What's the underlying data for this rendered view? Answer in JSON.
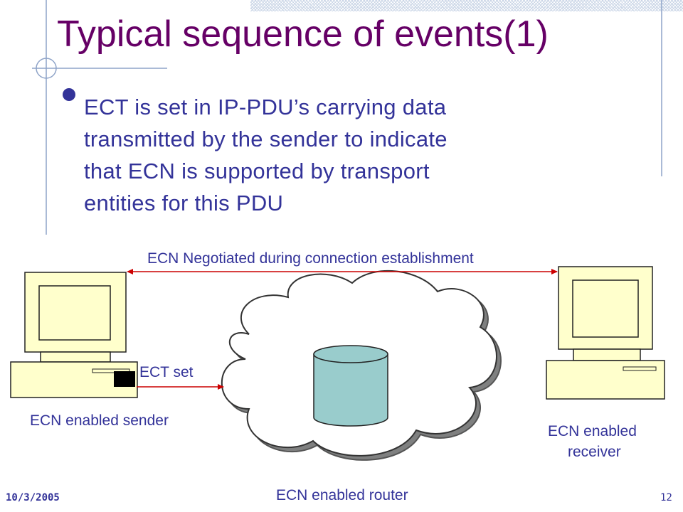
{
  "slide": {
    "title": "Typical sequence of events(1)",
    "bullet": {
      "highlight": "ECT",
      "lines": [
        " is set in IP-PDU’s carrying data",
        "transmitted by the sender to indicate",
        "that ECN is supported by transport",
        "entities for this PDU"
      ]
    }
  },
  "diagram": {
    "negotiation_label": "ECN Negotiated during connection establishment",
    "ect_label": "ECT set",
    "sender_label": "ECN enabled sender",
    "receiver_label_line1": "ECN enabled",
    "receiver_label_line2": "receiver",
    "router_label": "ECN enabled router",
    "colors": {
      "computer_fill": "#ffffcc",
      "arrow": "#cc0000",
      "database": "#99cccc",
      "guide_lines": "#8ea3c8"
    }
  },
  "footer": {
    "date": "10/3/2005",
    "page": "12"
  }
}
